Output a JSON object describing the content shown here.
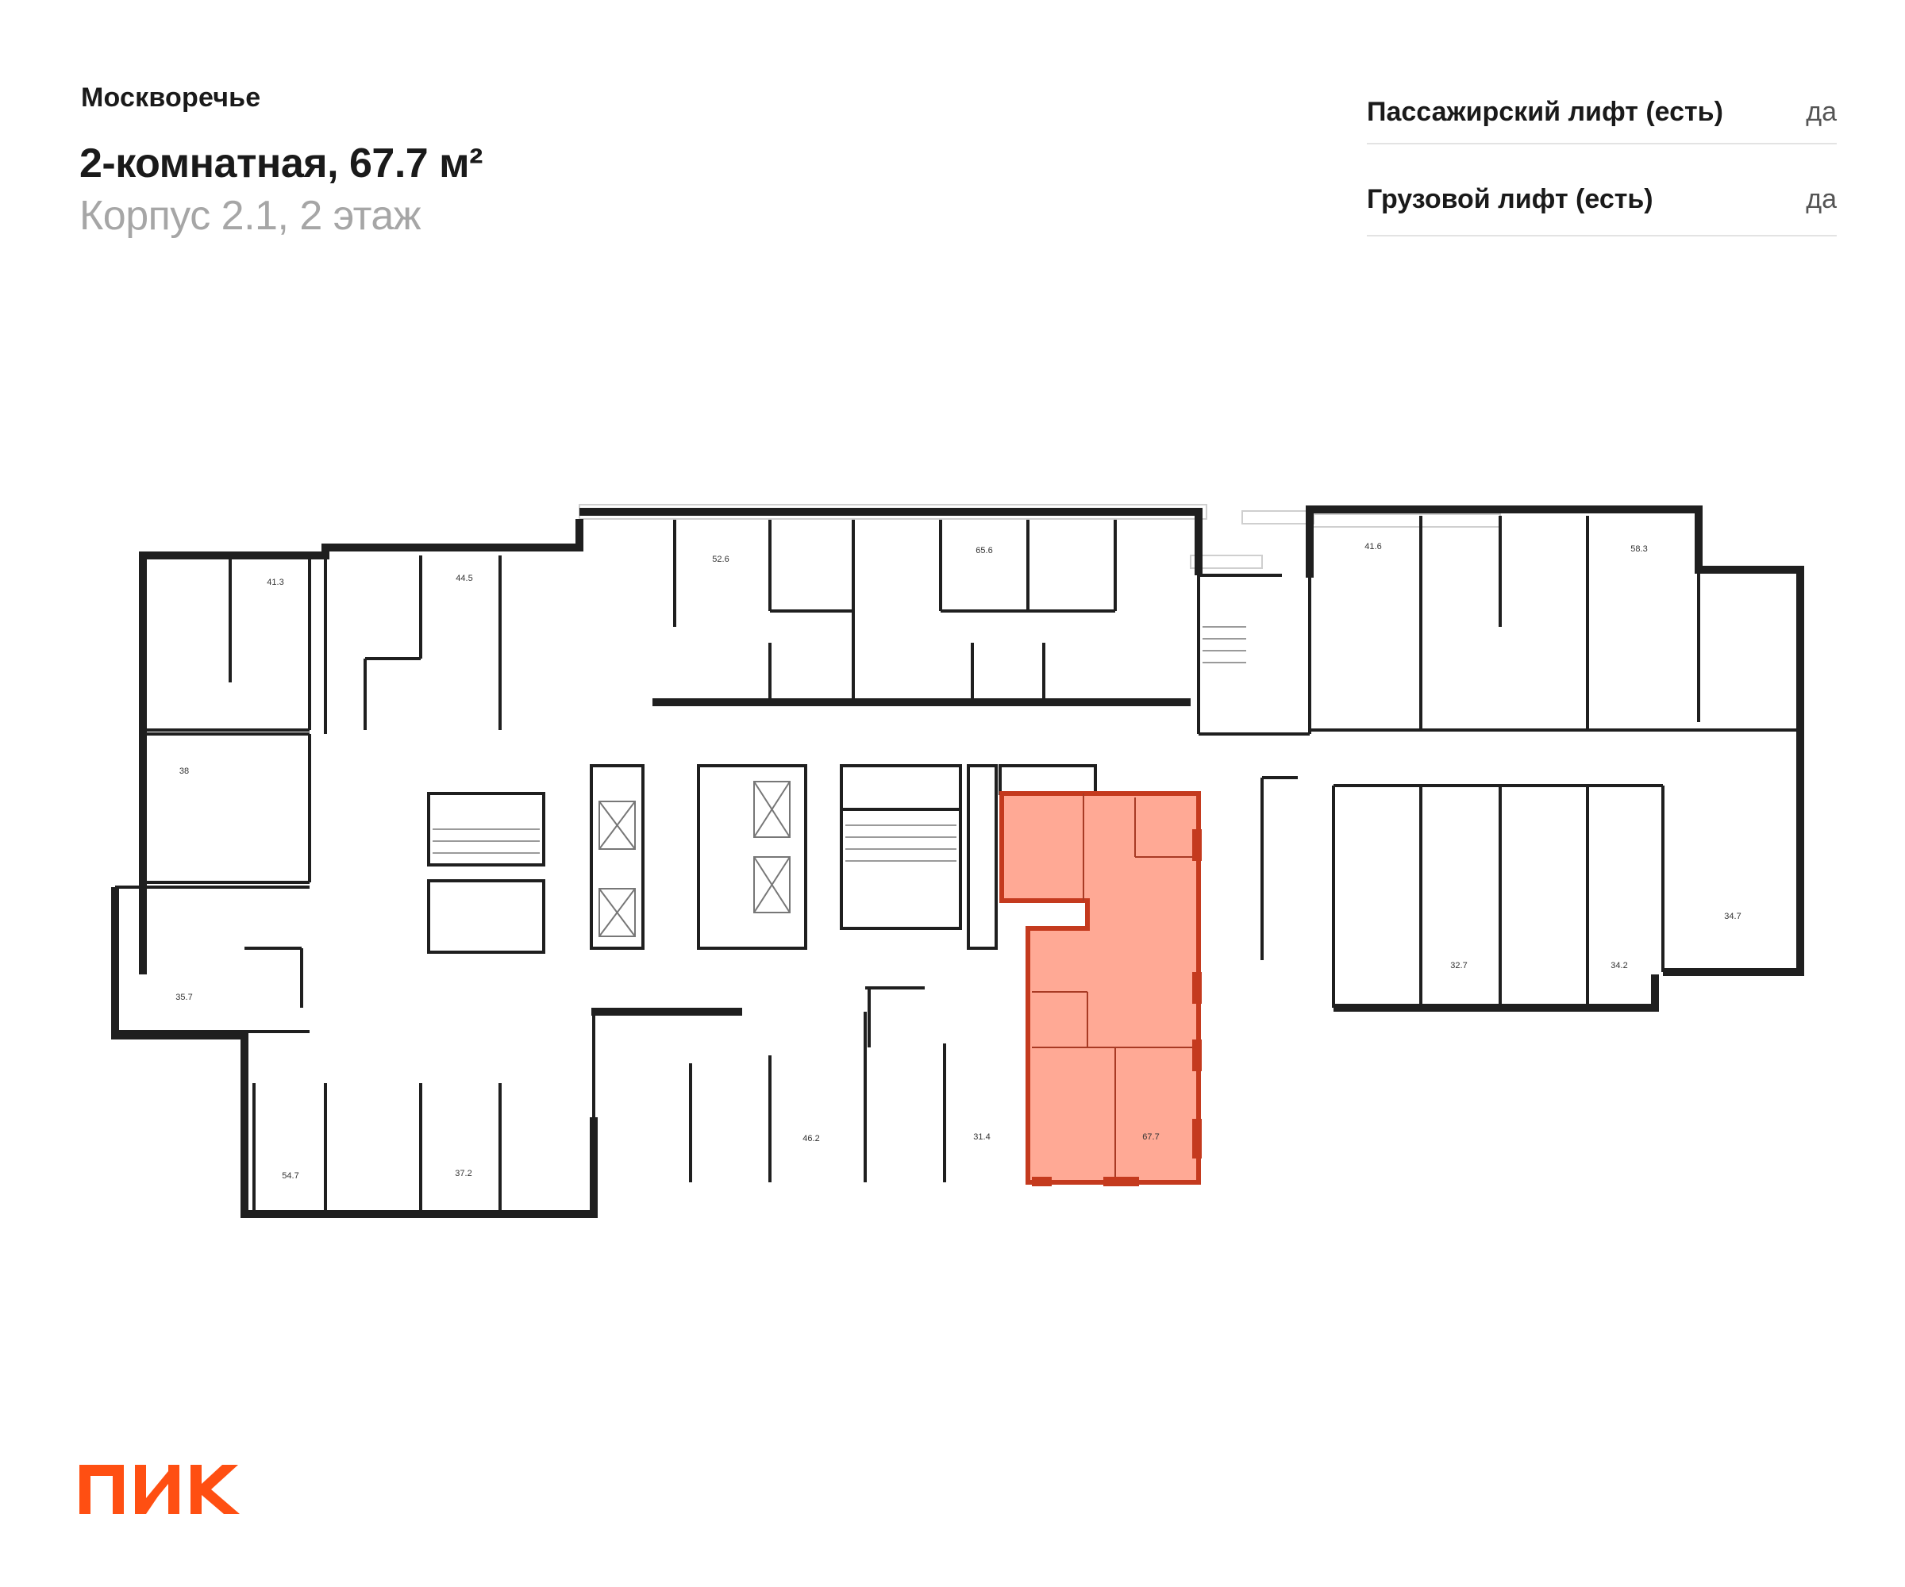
{
  "header": {
    "project": "Москворечье",
    "apartment_title": "2-комнатная, 67.7 м²",
    "building_floor": "Корпус 2.1, 2 этаж"
  },
  "features": [
    {
      "label": "Пассажирский лифт (есть)",
      "value": "да"
    },
    {
      "label": "Грузовой лифт (есть)",
      "value": "да"
    }
  ],
  "plan": {
    "highlight_color": "#ff9a83",
    "highlight_border": "#c43a1e",
    "wall_color": "#1f1f1f",
    "unit_areas": {
      "a1": "41.3",
      "a2": "44.5",
      "a3": "52.6",
      "a4": "65.6",
      "a5": "41.6",
      "a6": "58.3",
      "a7": "38",
      "a8": "35.7",
      "a9": "54.7",
      "a10": "37.2",
      "a11": "46.2",
      "a12": "31.4",
      "a13": "67.7",
      "a14": "32.7",
      "a15": "34.2",
      "a16": "34.7"
    }
  },
  "brand": {
    "logo_text": "ПИК",
    "color": "#ff4f12"
  }
}
